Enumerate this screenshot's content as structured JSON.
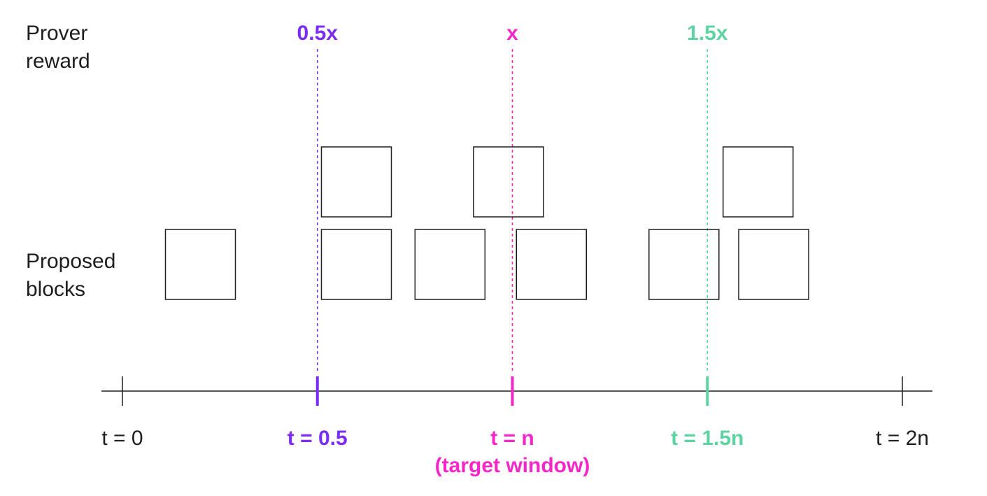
{
  "labels": {
    "prover_reward_line1": "Prover",
    "prover_reward_line2": "reward",
    "proposed_blocks_line1": "Proposed",
    "proposed_blocks_line2": "blocks"
  },
  "reward_markers": [
    {
      "id": "half",
      "label": "0.5x",
      "color": "#7b2cf5",
      "time": 0.5
    },
    {
      "id": "target",
      "label": "x",
      "color": "#f527c9",
      "time": 1.0
    },
    {
      "id": "onehalf",
      "label": "1.5x",
      "color": "#5ed3a2",
      "time": 1.5
    }
  ],
  "axis_ticks": [
    {
      "id": "t0",
      "label": "t = 0",
      "time": 0,
      "color": "#1e1e1e",
      "bold": false
    },
    {
      "id": "t05",
      "label": "t = 0.5",
      "time": 0.5,
      "color": "#7b2cf5",
      "bold": true
    },
    {
      "id": "tn",
      "label": "t = n",
      "sublabel": "(target window)",
      "time": 1.0,
      "color": "#f527c9",
      "bold": true
    },
    {
      "id": "t15n",
      "label": "t = 1.5n",
      "time": 1.5,
      "color": "#5ed3a2",
      "bold": true
    },
    {
      "id": "t2n",
      "label": "t = 2n",
      "time": 2.0,
      "color": "#1e1e1e",
      "bold": false
    }
  ],
  "blocks": [
    {
      "row": "lower",
      "time": 0.2
    },
    {
      "row": "upper",
      "time": 0.6
    },
    {
      "row": "lower",
      "time": 0.6
    },
    {
      "row": "lower",
      "time": 0.84
    },
    {
      "row": "upper",
      "time": 0.99
    },
    {
      "row": "lower",
      "time": 1.1
    },
    {
      "row": "lower",
      "time": 1.44
    },
    {
      "row": "upper",
      "time": 1.63
    },
    {
      "row": "lower",
      "time": 1.67
    }
  ],
  "colors": {
    "ink": "#1e1e1e",
    "half": "#7b2cf5",
    "target": "#f527c9",
    "onehalf": "#5ed3a2"
  }
}
